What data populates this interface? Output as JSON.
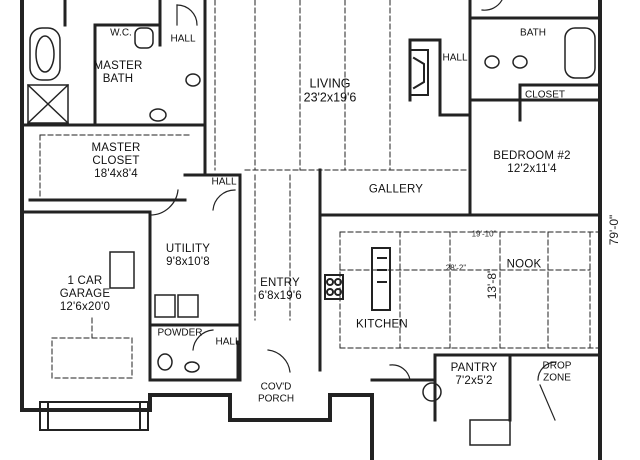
{
  "rooms": {
    "wc": "W.C.",
    "hall_top": "HALL",
    "master_bath": [
      "MASTER",
      "BATH"
    ],
    "living_name": "LIVING",
    "living_dims": "23'2x19'6",
    "hall_right": "HALL",
    "bath": "BATH",
    "closet": "CLOSET",
    "master_closet": [
      "MASTER",
      "CLOSET"
    ],
    "master_closet_dims": "18'4x8'4",
    "bedroom2_name": "BEDROOM #2",
    "bedroom2_dims": "12'2x11'4",
    "hall_mid": "HALL",
    "gallery": "GALLERY",
    "utility_name": "UTILITY",
    "utility_dims": "9'8x10'8",
    "garage": [
      "1 CAR",
      "GARAGE"
    ],
    "garage_dims": "12'6x20'0",
    "entry_name": "ENTRY",
    "entry_dims": "6'8x19'6",
    "nook": "NOOK",
    "kitchen": "KITCHEN",
    "powder": "POWDER",
    "hall_bottom": "HALL",
    "porch": [
      "COV'D",
      "PORCH"
    ],
    "pantry_name": "PANTRY",
    "pantry_dims": "7'2x5'2",
    "drop_zone": [
      "DROP",
      "ZONE"
    ]
  },
  "dimensions": {
    "overall_depth": "79'-0\"",
    "ceiling_span": "19'-10\"",
    "nook_span": "28'-2\"",
    "nook_depth": "13'-8\""
  }
}
